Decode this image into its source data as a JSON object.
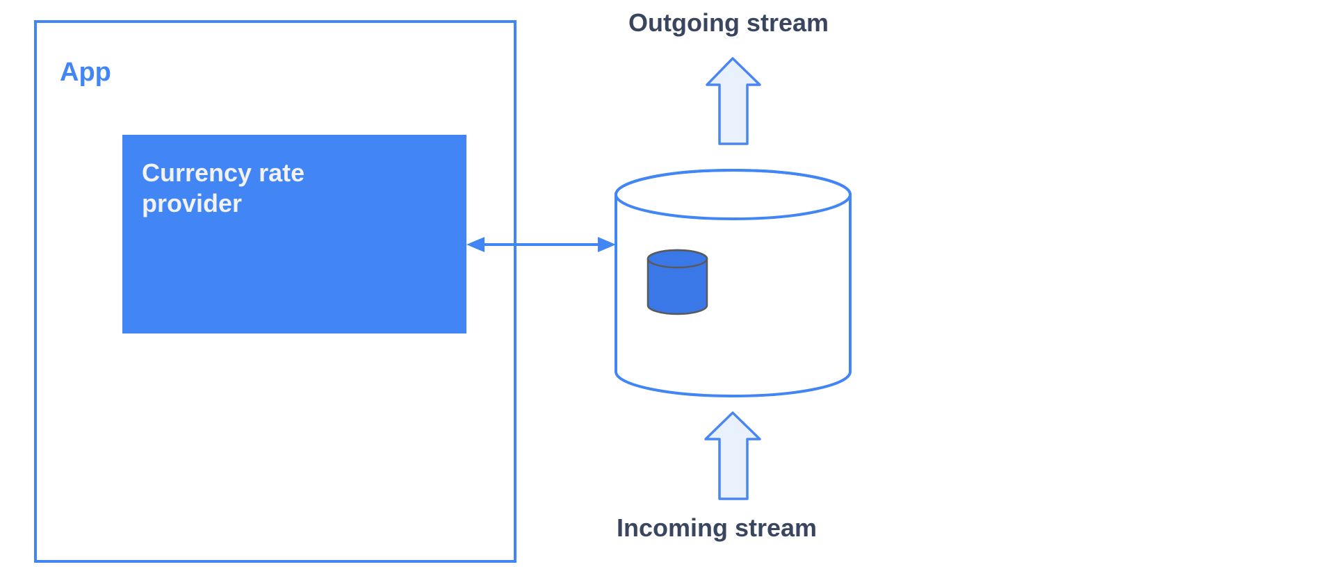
{
  "title": "Currency stream architecture diagram",
  "colors": {
    "canvas_bg": "#ffffff",
    "accent": "#4285f4",
    "provider_fill": "#4285f4",
    "provider_text": "#f2f2f2",
    "block_arrow_fill": "#e9f1fc",
    "block_arrow_stroke": "#4a86f2",
    "small_cylinder_fill": "#3b78e7",
    "small_cylinder_stroke": "#595959",
    "stream_label_color": "#3a4660"
  },
  "nodes": {
    "app": {
      "label": "App"
    },
    "provider": {
      "label": "Currency rate provider"
    },
    "outgoing": {
      "label": "Outgoing stream"
    },
    "incoming": {
      "label": "Incoming stream"
    }
  }
}
